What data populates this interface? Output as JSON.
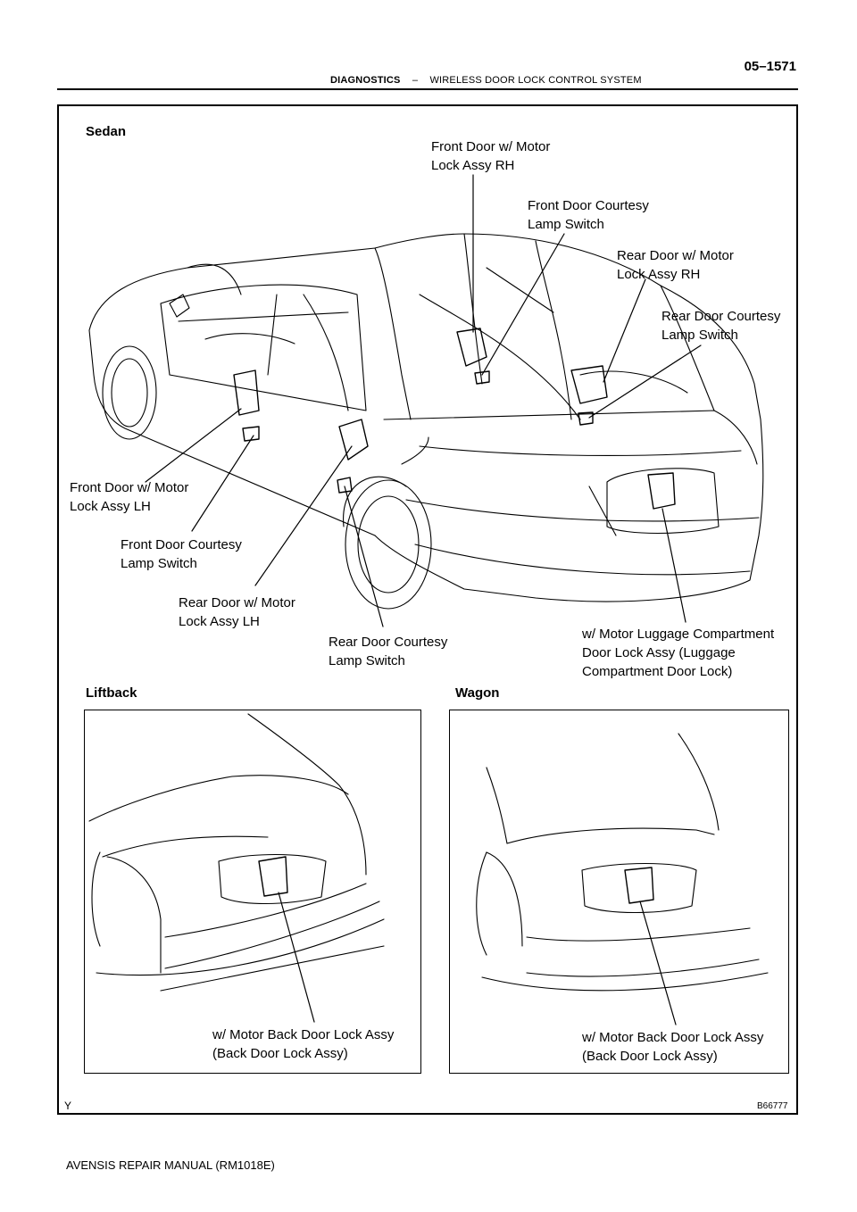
{
  "header": {
    "section": "DIAGNOSTICS",
    "separator": "–",
    "subsection": "WIRELESS DOOR LOCK CONTROL SYSTEM",
    "page_number": "05–1571"
  },
  "views": {
    "sedan": "Sedan",
    "liftback": "Liftback",
    "wagon": "Wagon"
  },
  "callouts": {
    "front_door_lock_rh": "Front Door w/ Motor\nLock Assy RH",
    "front_courtesy_rh": "Front Door Courtesy\nLamp Switch",
    "rear_door_lock_rh": "Rear Door w/ Motor\n Lock Assy RH",
    "rear_courtesy_rh": "Rear Door Courtesy\nLamp Switch",
    "front_door_lock_lh": "Front  Door  w/  Motor\nLock Assy LH",
    "front_courtesy_lh": "Front Door Courtesy\nLamp Switch",
    "rear_door_lock_lh": "Rear Door w/ Motor\nLock Assy LH",
    "rear_courtesy_lh": "Rear Door Courtesy\nLamp Switch",
    "luggage_lock": "w/ Motor Luggage Compartment\nDoor Lock Assy (Luggage\nCompartment Door Lock)",
    "liftback_back_door_lock": "w/ Motor Back Door Lock Assy\n(Back Door Lock Assy)",
    "wagon_back_door_lock": "w/ Motor Back Door Lock Assy\n(Back Door Lock Assy)"
  },
  "figure_code": "B66777",
  "corner_mark": "Y",
  "footer": "AVENSIS REPAIR MANUAL   (RM1018E)"
}
